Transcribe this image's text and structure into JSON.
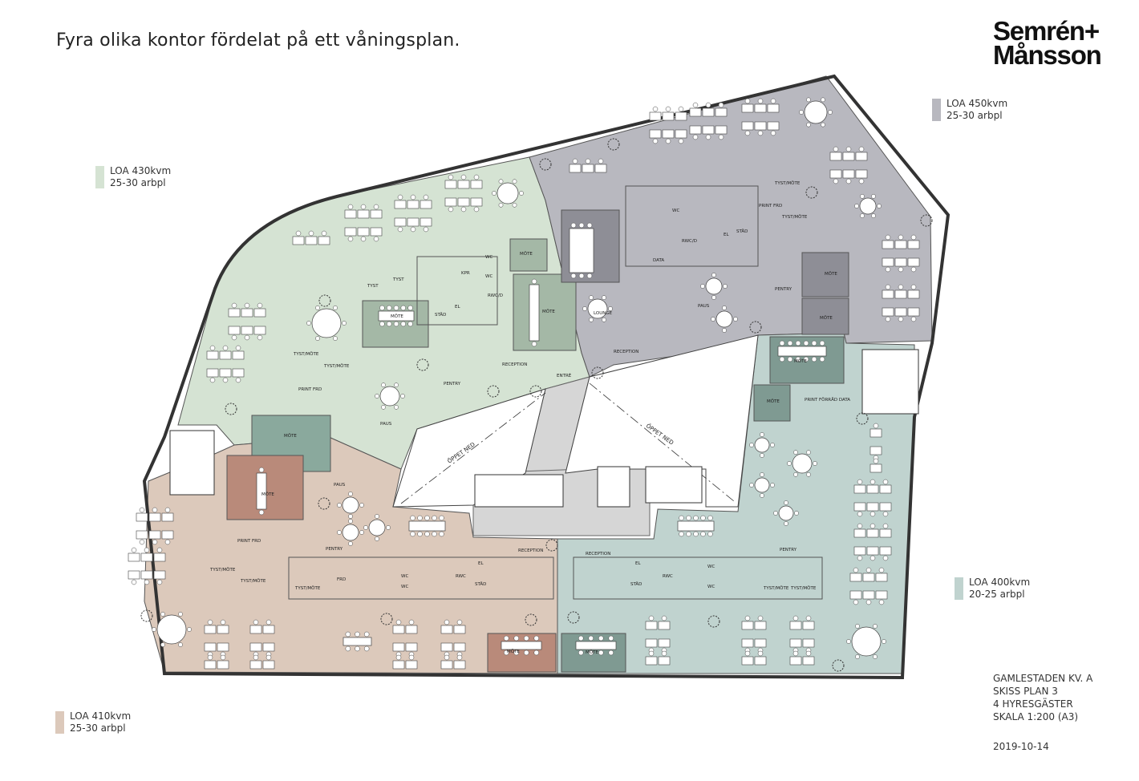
{
  "title": "Fyra olika kontor fördelat på ett våningsplan.",
  "logo": {
    "line1": "Semrén+",
    "line2": "Månsson"
  },
  "tenants": [
    {
      "area": "LOA 430kvm",
      "seats": "25-30 arbpl",
      "color": "#d5e3d3"
    },
    {
      "area": "LOA 450kvm",
      "seats": "25-30 arbpl",
      "color": "#b8b8bf"
    },
    {
      "area": "LOA 400kvm",
      "seats": "20-25 arbpl",
      "color": "#c0d3cf"
    },
    {
      "area": "LOA 410kvm",
      "seats": "25-30 arbpl",
      "color": "#dcc9bb"
    }
  ],
  "meta": [
    "GAMLESTADEN KV. A",
    "SKISS PLAN 3",
    "4 HYRESGÄSTER",
    "SKALA 1:200 (A3)"
  ],
  "date": "2019-10-14",
  "room_labels": {
    "tyst": "TYST",
    "kpr": "KPR",
    "wc": "WC",
    "rwcd": "RWC/D",
    "stad": "STÄD",
    "el": "EL",
    "mote": "MÖTE",
    "pentry": "PENTRY",
    "reception": "RECEPTION",
    "entre": "ENTRÉ",
    "tystmote": "TYST/MÖTE",
    "print_frd": "PRINT FRD",
    "paus": "PAUS",
    "lounge": "LOUNGE",
    "data": "DATA",
    "rwc": "RWC",
    "print_forrad_data": "PRINT FÖRRÅD DATA",
    "frd": "FRD",
    "oppet_ned": "ÖPPET NED"
  }
}
